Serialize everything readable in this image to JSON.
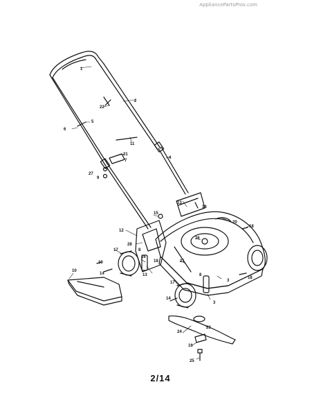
{
  "watermark": "AppliancePartsPros.com",
  "page_number": "2/14",
  "labels": [
    "1",
    "2",
    "22",
    "5",
    "6",
    "11",
    "4",
    "21",
    "7",
    "27",
    "9",
    "13",
    "18",
    "15",
    "20",
    "18",
    "12",
    "28",
    "26",
    "8",
    "17",
    "10",
    "19",
    "14",
    "16",
    "18",
    "21",
    "13",
    "18",
    "3",
    "17",
    "14",
    "8",
    "3",
    "24",
    "23",
    "16",
    "25"
  ]
}
